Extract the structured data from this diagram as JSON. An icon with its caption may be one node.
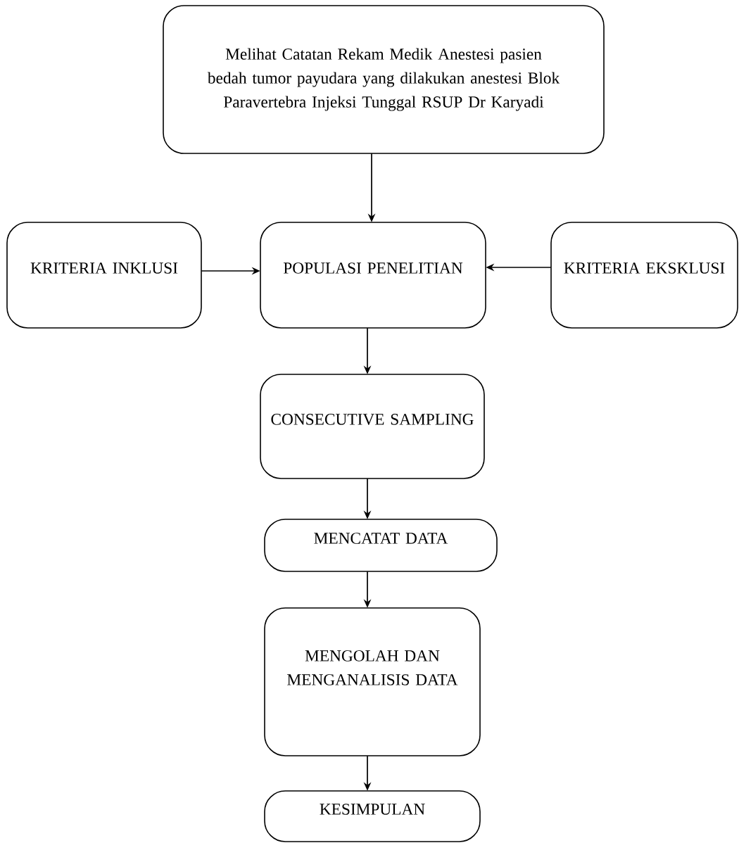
{
  "diagram": {
    "nodes": [
      {
        "text": [
          "Melihat Catatan Rekam Medik Anestesi pasien bedah tumor payudara yang dilakukan anestesi Blok Paravertebra Injeksi Tunggal  RSUP Dr Karyadi"
        ]
      },
      {
        "text": [
          "KRITERIA INKLUSI"
        ]
      },
      {
        "text": [
          "POPULASI PENELITIAN"
        ]
      },
      {
        "text": [
          "KRITERIA EKSKLUSI"
        ]
      },
      {
        "text": [
          "CONSECUTIVE SAMPLING"
        ]
      },
      {
        "text": [
          "MENCATAT DATA"
        ]
      },
      {
        "text": [
          "MENGOLAH DAN MENGANALISIS DATA"
        ]
      },
      {
        "text": [
          "KESIMPULAN"
        ]
      }
    ],
    "edges": [
      {
        "from": 0,
        "to": 2,
        "arrow": "to"
      },
      {
        "from": 1,
        "to": 2,
        "arrow": "to"
      },
      {
        "from": 3,
        "to": 2,
        "arrow": "to"
      },
      {
        "from": 2,
        "to": 4,
        "arrow": "to"
      },
      {
        "from": 4,
        "to": 5,
        "arrow": "to"
      },
      {
        "from": 5,
        "to": 6,
        "arrow": "to"
      },
      {
        "from": 6,
        "to": 7,
        "arrow": "to"
      }
    ]
  }
}
